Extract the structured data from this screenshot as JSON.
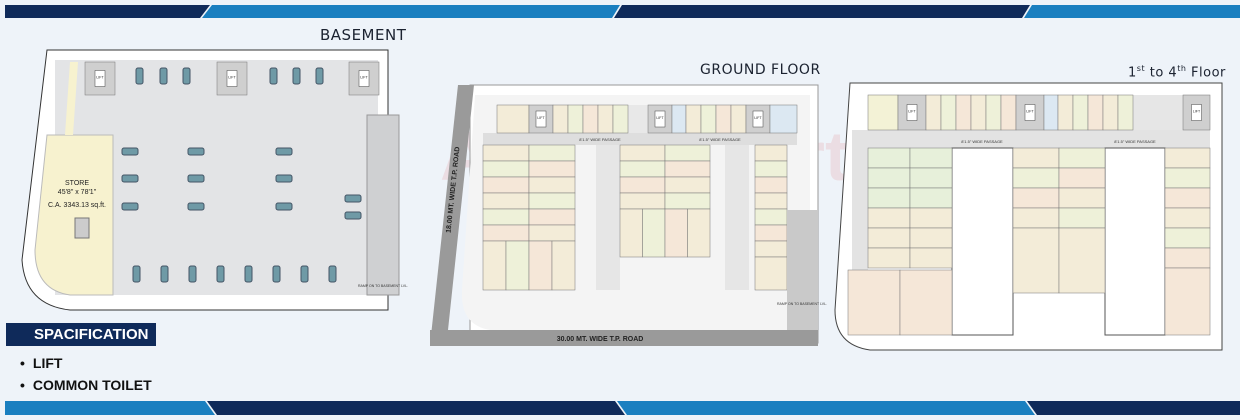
{
  "colors": {
    "navy": "#0f2a5a",
    "blue": "#1a7fc0",
    "store": "#f7f2cf",
    "shop": "#f3ecd8",
    "road": "#9a9a9a"
  },
  "basement": {
    "title": "BASEMENT",
    "store": {
      "name": "STORE",
      "size": "45'8\" x 78'1\"",
      "area": "C.A. 3343.13 sq.ft."
    },
    "lift_label": "LIFT",
    "ramp_label": "RAMP ON TO BASEMENT LVL."
  },
  "ground_floor": {
    "title": "GROUND FLOOR",
    "road_left": "18.00 MT. WIDE T.P. ROAD",
    "road_bottom": "30.00 MT. WIDE T.P. ROAD",
    "passage_label": "8'1.5\" WIDE PASSAGE",
    "lift_label": "LIFT",
    "ramp_label": "RAMP ON TO BASEMENT LVL."
  },
  "upper_floor": {
    "title_pre": "1",
    "title_sup1": "st",
    "title_mid": " to 4",
    "title_sup2": "th",
    "title_post": " Floor",
    "passage_label": "8'1.5\" WIDE PASSAGE",
    "lift_label": "LIFT"
  },
  "specification": {
    "heading": "SPACIFICATION",
    "items": [
      "LIFT",
      "COMMON TOILET"
    ]
  },
  "watermark": "AtoZProperty"
}
